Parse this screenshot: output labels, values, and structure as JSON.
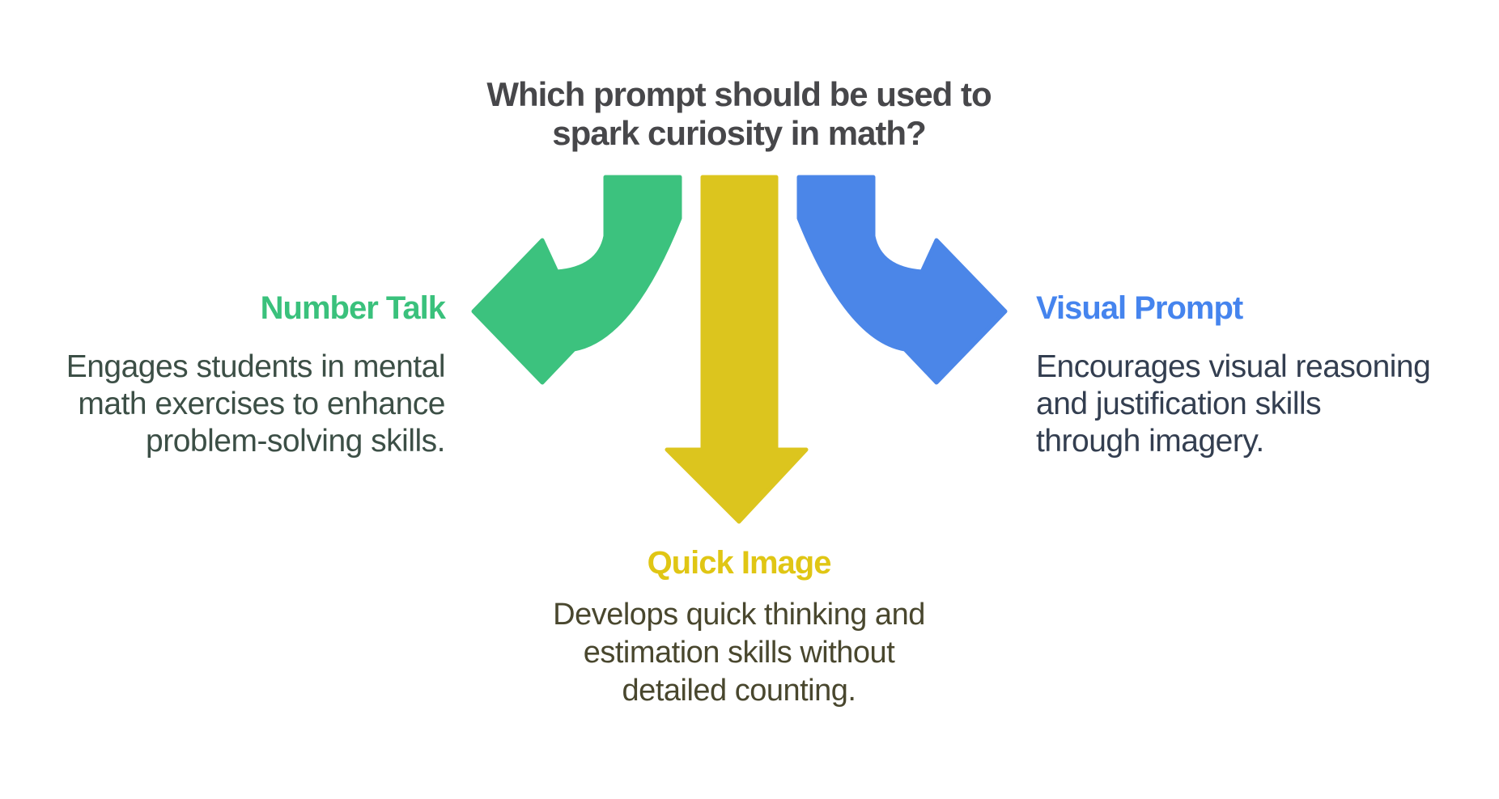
{
  "background_color": "#FFFFFF",
  "title": {
    "line1": "Which prompt should be used to",
    "line2": "spark curiosity in math?",
    "color": "#47474A"
  },
  "branches": {
    "left": {
      "label": "Number Talk",
      "label_color": "#3AC17C",
      "arrow": {
        "color": "#3CC27E",
        "direction": "curved-down-left"
      },
      "desc_color": "#3C4F46",
      "desc_lines": [
        "Engages students in mental",
        "math exercises to enhance",
        "problem-solving skills."
      ]
    },
    "center": {
      "label": "Quick Image",
      "label_color": "#E0C614",
      "arrow": {
        "color": "#DCC51E",
        "direction": "straight-down"
      },
      "desc_color": "#49472E",
      "desc_lines": [
        "Develops quick thinking and",
        "estimation skills without",
        "detailed counting."
      ]
    },
    "right": {
      "label": "Visual Prompt",
      "label_color": "#4584EE",
      "arrow": {
        "color": "#4B86E8",
        "direction": "curved-down-right"
      },
      "desc_color": "#333E50",
      "desc_lines": [
        "Encourages visual reasoning",
        "and justification skills",
        "through imagery."
      ]
    }
  }
}
